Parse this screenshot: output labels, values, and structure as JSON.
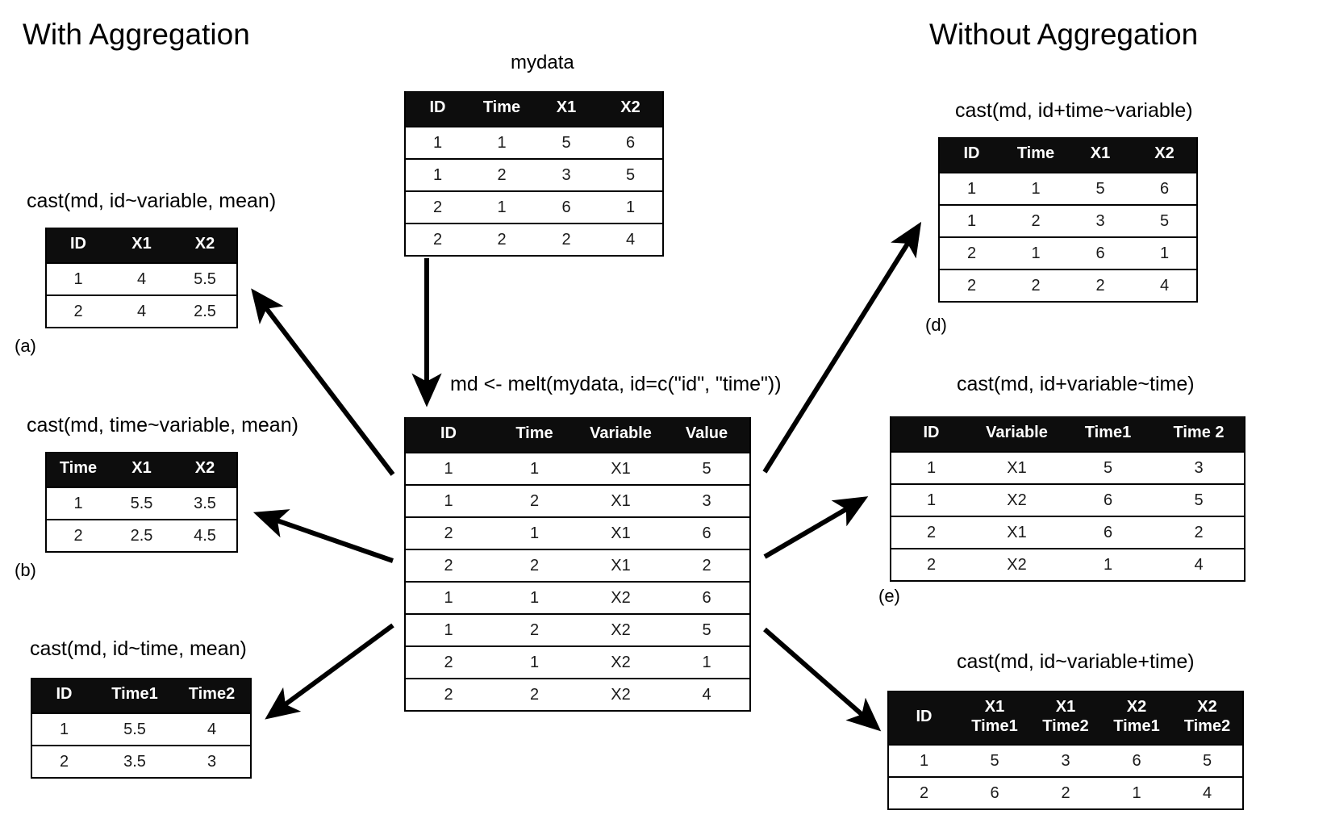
{
  "headings": {
    "left": "With Aggregation",
    "right": "Without Aggregation"
  },
  "source": {
    "title": "mydata",
    "columns": [
      "ID",
      "Time",
      "X1",
      "X2"
    ],
    "rows": [
      [
        "1",
        "1",
        "5",
        "6"
      ],
      [
        "1",
        "2",
        "3",
        "5"
      ],
      [
        "2",
        "1",
        "6",
        "1"
      ],
      [
        "2",
        "2",
        "2",
        "4"
      ]
    ]
  },
  "melt": {
    "command": "md <- melt(mydata, id=c(\"id\", \"time\"))",
    "columns": [
      "ID",
      "Time",
      "Variable",
      "Value"
    ],
    "rows": [
      [
        "1",
        "1",
        "X1",
        "5"
      ],
      [
        "1",
        "2",
        "X1",
        "3"
      ],
      [
        "2",
        "1",
        "X1",
        "6"
      ],
      [
        "2",
        "2",
        "X1",
        "2"
      ],
      [
        "1",
        "1",
        "X2",
        "6"
      ],
      [
        "1",
        "2",
        "X2",
        "5"
      ],
      [
        "2",
        "1",
        "X2",
        "1"
      ],
      [
        "2",
        "2",
        "X2",
        "4"
      ]
    ]
  },
  "panels": [
    {
      "id": "a",
      "label": "(a)",
      "command": "cast(md, id~variable, mean)",
      "columns": [
        "ID",
        "X1",
        "X2"
      ],
      "rows": [
        [
          "1",
          "4",
          "5.5"
        ],
        [
          "2",
          "4",
          "2.5"
        ]
      ]
    },
    {
      "id": "b",
      "label": "(b)",
      "command": "cast(md, time~variable, mean)",
      "columns": [
        "Time",
        "X1",
        "X2"
      ],
      "rows": [
        [
          "1",
          "5.5",
          "3.5"
        ],
        [
          "2",
          "2.5",
          "4.5"
        ]
      ]
    },
    {
      "id": "c",
      "label": "",
      "command": "cast(md, id~time, mean)",
      "columns": [
        "ID",
        "Time1",
        "Time2"
      ],
      "rows": [
        [
          "1",
          "5.5",
          "4"
        ],
        [
          "2",
          "3.5",
          "3"
        ]
      ]
    },
    {
      "id": "d",
      "label": "(d)",
      "command": "cast(md, id+time~variable)",
      "columns": [
        "ID",
        "Time",
        "X1",
        "X2"
      ],
      "rows": [
        [
          "1",
          "1",
          "5",
          "6"
        ],
        [
          "1",
          "2",
          "3",
          "5"
        ],
        [
          "2",
          "1",
          "6",
          "1"
        ],
        [
          "2",
          "2",
          "2",
          "4"
        ]
      ]
    },
    {
      "id": "e",
      "label": "(e)",
      "command": "cast(md, id+variable~time)",
      "columns": [
        "ID",
        "Variable",
        "Time1",
        "Time 2"
      ],
      "rows": [
        [
          "1",
          "X1",
          "5",
          "3"
        ],
        [
          "1",
          "X2",
          "6",
          "5"
        ],
        [
          "2",
          "X1",
          "6",
          "2"
        ],
        [
          "2",
          "X2",
          "1",
          "4"
        ]
      ]
    },
    {
      "id": "f",
      "label": "",
      "command": "cast(md, id~variable+time)",
      "columns": [
        "ID",
        "X1\nTime1",
        "X1\nTime2",
        "X2\nTime1",
        "X2\nTime2"
      ],
      "rows": [
        [
          "1",
          "5",
          "3",
          "6",
          "5"
        ],
        [
          "2",
          "6",
          "2",
          "1",
          "4"
        ]
      ]
    }
  ],
  "colors": {
    "header_bg": "#0d0d0d",
    "header_text": "#ffffff",
    "cell_text": "#1a1a1a",
    "rule": "#000000",
    "background": "#ffffff"
  }
}
